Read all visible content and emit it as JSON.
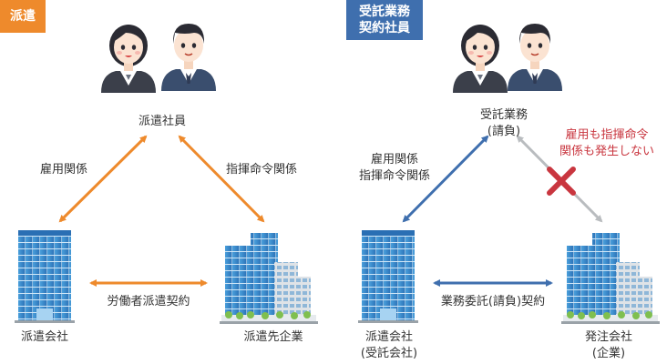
{
  "panels": {
    "left": {
      "tag": "派遣",
      "worker_label": "派遣社員",
      "rel_employment": "雇用関係",
      "rel_command": "指揮命令関係",
      "company_left": "派遣会社",
      "company_right": "派遣先企業",
      "contract": "労働者派遣契約"
    },
    "right": {
      "tag": "受託業務\n契約社員",
      "worker_label": "受託業務\n(請負)",
      "rel_both": "雇用関係\n指揮命令関係",
      "rel_none": "雇用も指揮命令\n関係も発生しない",
      "company_left": "派遣会社\n(受託会社)",
      "company_right": "発注会社\n(企業)",
      "contract": "業務委託(請負)契約"
    }
  },
  "colors": {
    "orange": "#ee8a2c",
    "blue": "#3f6fae",
    "gray_arrow": "#b9bcbf",
    "red": "#c9363f"
  },
  "icons": [
    "female-worker-icon",
    "male-worker-icon",
    "office-tower-icon",
    "office-complex-icon",
    "red-cross-icon"
  ]
}
